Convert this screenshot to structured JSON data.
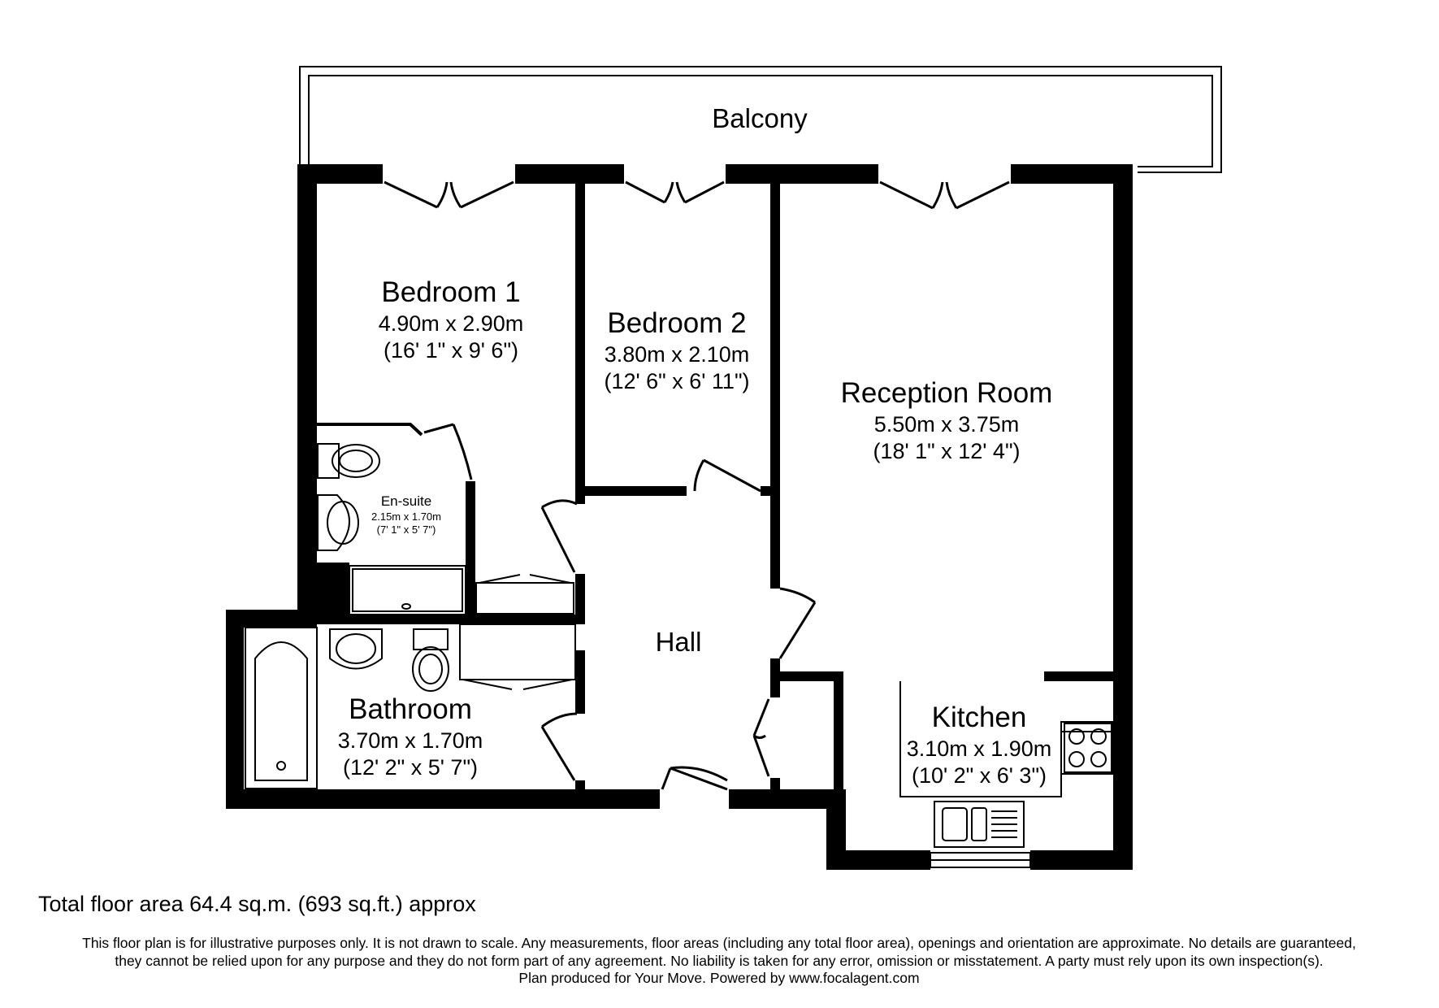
{
  "rooms": {
    "balcony": {
      "name": "Balcony"
    },
    "bedroom1": {
      "name": "Bedroom 1",
      "metric": "4.90m x 2.90m",
      "imperial": "(16' 1\" x 9' 6\")"
    },
    "bedroom2": {
      "name": "Bedroom 2",
      "metric": "3.80m x 2.10m",
      "imperial": "(12' 6\" x 6' 11\")"
    },
    "reception": {
      "name": "Reception Room",
      "metric": "5.50m x 3.75m",
      "imperial": "(18' 1\" x 12' 4\")"
    },
    "ensuite": {
      "name": "En-suite",
      "metric": "2.15m x 1.70m",
      "imperial": "(7' 1\" x 5' 7\")"
    },
    "hall": {
      "name": "Hall"
    },
    "bathroom": {
      "name": "Bathroom",
      "metric": "3.70m x 1.70m",
      "imperial": "(12' 2\" x 5' 7\")"
    },
    "kitchen": {
      "name": "Kitchen",
      "metric": "3.10m x 1.90m",
      "imperial": "(10' 2\" x 6' 3\")"
    }
  },
  "total_area": "Total floor area 64.4 sq.m. (693 sq.ft.) approx",
  "disclaimer": {
    "line1": "This floor plan is for illustrative purposes only. It is not drawn to scale. Any measurements, floor areas (including any total floor area), openings and orientation are approximate. No details are guaranteed,",
    "line2": "they cannot be relied upon for any purpose and they do not form part of any agreement. No liability is taken for any error, omission or misstatement. A party must rely upon its own inspection(s).",
    "line3": "Plan produced for Your Move. Powered by www.focalagent.com"
  },
  "colors": {
    "wall": "#000000",
    "background": "#ffffff",
    "fixture_fill": "#e6e6e6"
  }
}
